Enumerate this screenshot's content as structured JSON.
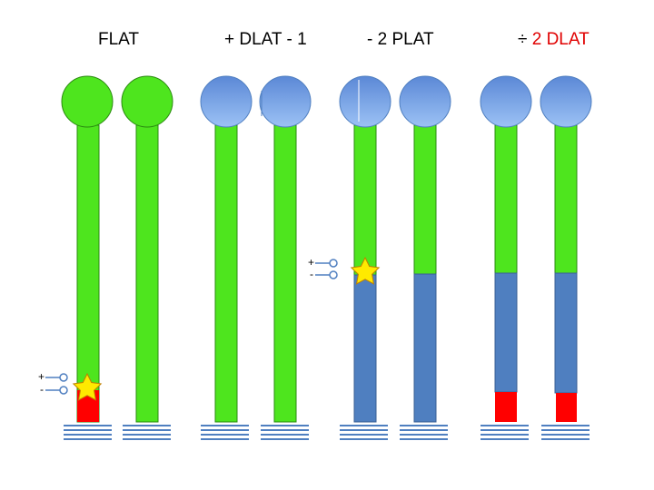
{
  "titles": {
    "flat": "FLAT",
    "dlat1": "+ DLAT - 1",
    "plat2": "- 2 PLAT",
    "dlat2_sign": "÷",
    "dlat2_text": "2 DLAT"
  },
  "electrode_labels": {
    "plus": "+",
    "minus": "-"
  },
  "colors": {
    "green": "#4ee51e",
    "green_stroke": "#2a8a10",
    "blue_cap": "#6f9ee8",
    "blue_segment": "#4f7fc0",
    "red": "#ff0000",
    "star_fill": "#ffea00",
    "star_stroke": "#c08000",
    "line_blue": "#4f7fc0"
  },
  "icons": [
    "neuron-tube",
    "stimulation-star",
    "electrode-pair",
    "base-lines"
  ]
}
